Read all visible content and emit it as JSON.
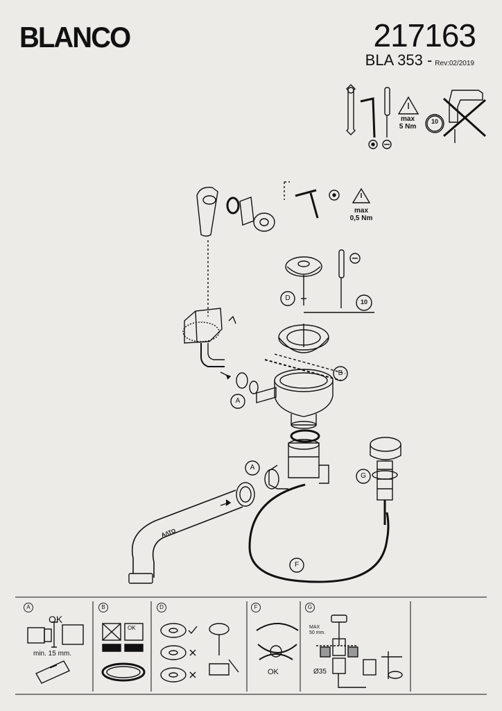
{
  "header": {
    "brand": "BLANCO",
    "product_code": "217163",
    "model": "BLA 353 -",
    "revision": "Rev:02/2019"
  },
  "tools": {
    "torque_main": "max\n5 Nm",
    "torque_small": "max\n0,5 Nm",
    "coin": "10",
    "coin_small": "10"
  },
  "callouts": {
    "a1": "A",
    "a2": "A",
    "b": "B",
    "d": "D",
    "f": "F",
    "g": "G",
    "pipe_text": "ΑΛΤΟ"
  },
  "panels": {
    "a": {
      "letter": "A",
      "ok": "OK",
      "min": "min. 15 mm."
    },
    "b": {
      "letter": "B",
      "ok": "OK"
    },
    "d": {
      "letter": "D"
    },
    "f": {
      "letter": "F",
      "ok": "OK"
    },
    "g": {
      "letter": "G",
      "max": "MAX\n50 mm.",
      "dia": "Ø35"
    }
  }
}
